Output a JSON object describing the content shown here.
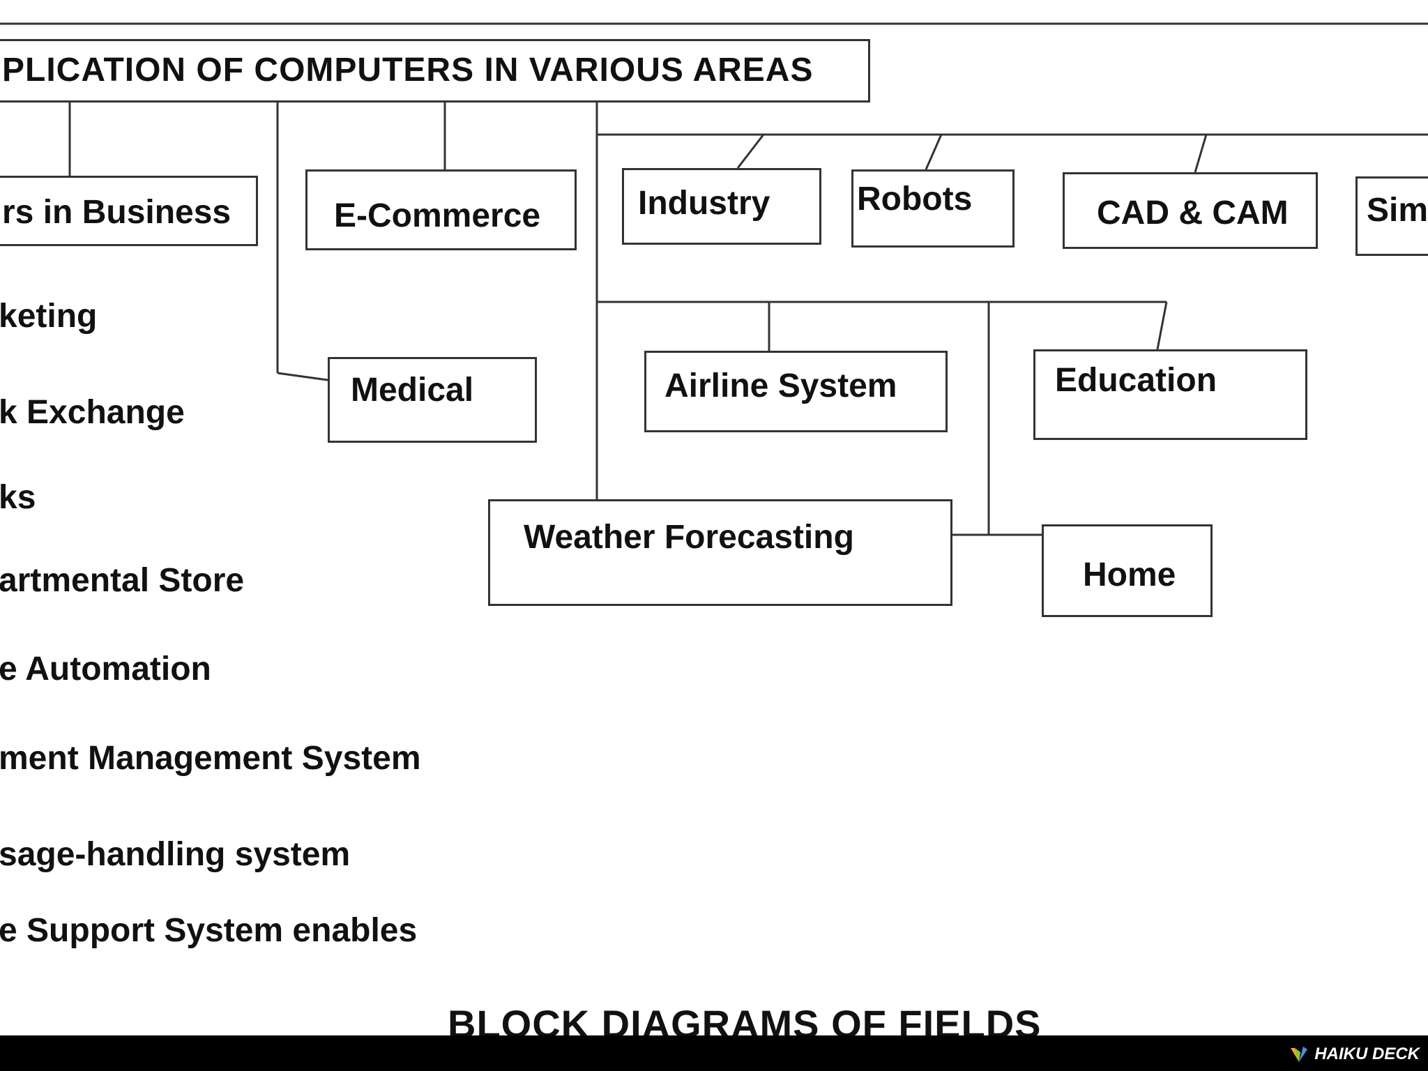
{
  "diagram": {
    "title": "PLICATION OF COMPUTERS IN VARIOUS AREAS",
    "nodes": {
      "business": "rs in Business",
      "ecommerce": "E-Commerce",
      "industry": "Industry",
      "robots": "Robots",
      "cadcam": "CAD & CAM",
      "sim": "Sim",
      "medical": "Medical",
      "airline": "Airline System",
      "education": "Education",
      "weather": "Weather Forecasting",
      "home": "Home"
    },
    "business_items": [
      "keting",
      "k Exchange",
      "ks",
      "artmental Store",
      "e Automation",
      "ment Management System",
      "sage-handling system",
      "e Support System enables"
    ],
    "caption": "BLOCK DIAGRAMS OF FIELDS"
  },
  "footer": {
    "brand": "HAIKU DECK",
    "logo_icon": "haiku-deck-logo-icon",
    "background": "#000000"
  }
}
